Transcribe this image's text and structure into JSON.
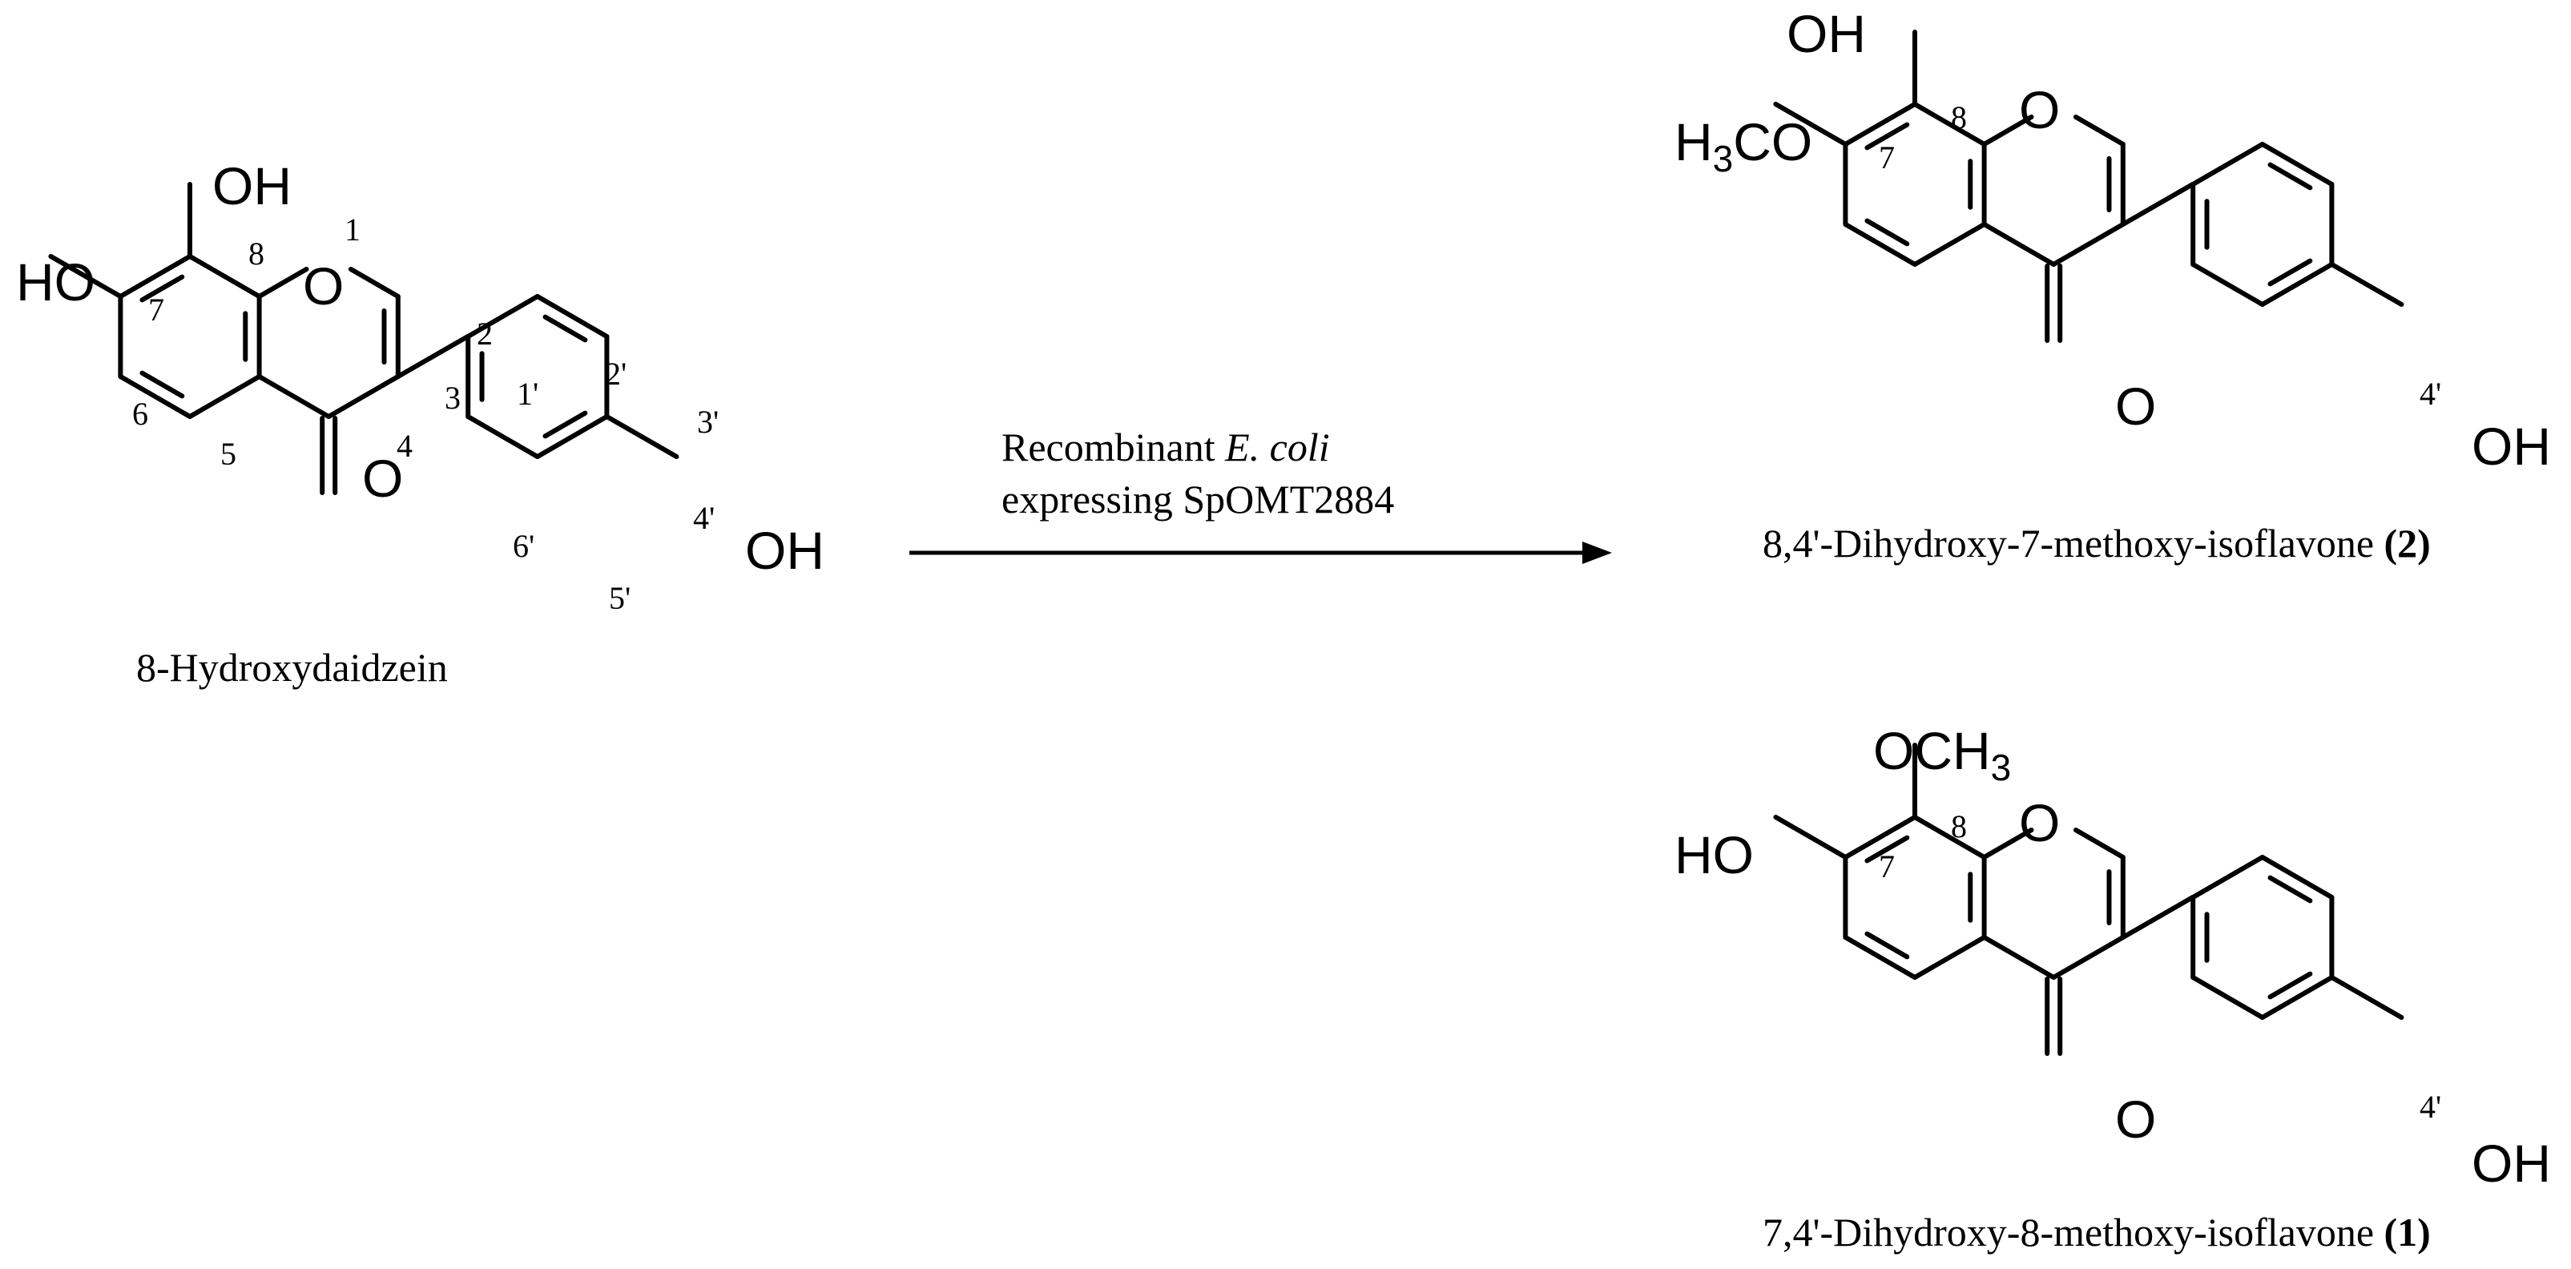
{
  "reaction": {
    "reagent_line1_prefix": "Recombinant ",
    "reagent_line1_organism": "E. coli",
    "reagent_line2": "expressing SpOMT2884",
    "arrow_color": "#000000"
  },
  "substrate": {
    "name": "8-Hydroxydaidzein",
    "groups": {
      "oh8": "OH",
      "ho7": "HO",
      "o1": "O",
      "carbonyl": "O",
      "oh4p": "OH"
    },
    "numbers": {
      "n1": "1",
      "n2": "2",
      "n3": "3",
      "n4": "4",
      "n5": "5",
      "n6": "6",
      "n7": "7",
      "n8": "8",
      "n1p": "1'",
      "n2p": "2'",
      "n3p": "3'",
      "n4p": "4'",
      "n5p": "5'",
      "n6p": "6'"
    }
  },
  "product2": {
    "name": "8,4'-Dihydroxy-7-methoxy-isoflavone ",
    "label": "(2)",
    "groups": {
      "oh8": "OH",
      "h7": "H",
      "h7_sub": "3",
      "co7": "CO",
      "o1": "O",
      "carbonyl": "O",
      "oh4p": "OH"
    },
    "numbers": {
      "n7": "7",
      "n8": "8",
      "n4p": "4'"
    }
  },
  "product1": {
    "name": "7,4'-Dihydroxy-8-methoxy-isoflavone ",
    "label": "(1)",
    "groups": {
      "och8": "OCH",
      "och8_sub": "3",
      "ho7": "HO",
      "o1": "O",
      "carbonyl": "O",
      "oh4p": "OH"
    },
    "numbers": {
      "n7": "7",
      "n8": "8",
      "n4p": "4'"
    }
  }
}
